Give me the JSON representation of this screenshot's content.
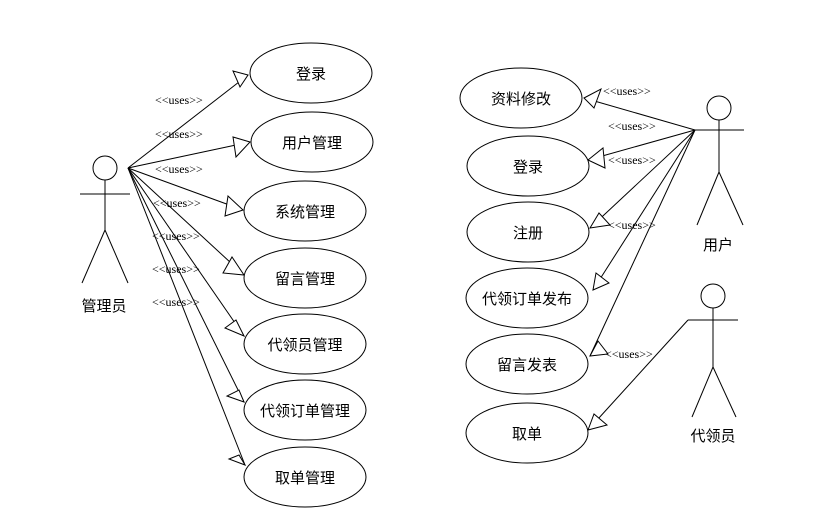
{
  "actors": {
    "admin": "管理员",
    "user": "用户",
    "courier": "代领员"
  },
  "stereotype": "<<uses>>",
  "admin_use_cases": [
    "登录",
    "用户管理",
    "系统管理",
    "留言管理",
    "代领员管理",
    "代领订单管理",
    "取单管理"
  ],
  "user_use_cases": [
    "资料修改",
    "登录",
    "注册",
    "代领订单发布",
    "留言发表"
  ],
  "courier_use_cases": [
    "取单"
  ]
}
